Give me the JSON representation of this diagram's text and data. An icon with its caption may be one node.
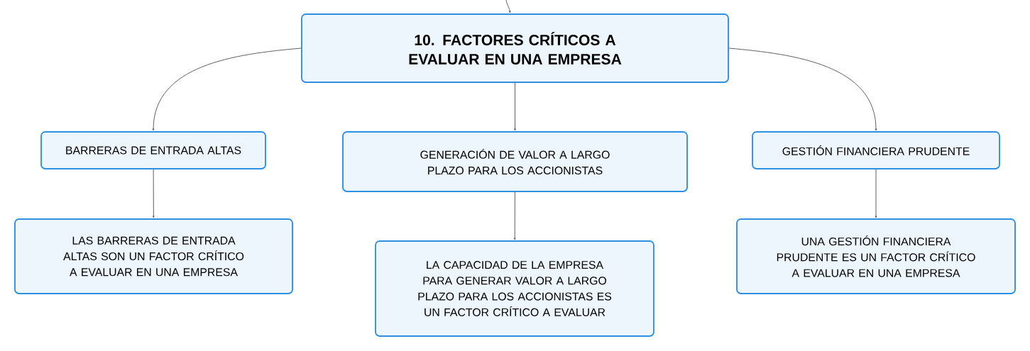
{
  "diagram": {
    "nodes": [
      {
        "text": [
          "10. FACTORES CRÍTICOS A EVALUAR EN UNA EMPRESA"
        ]
      },
      {
        "text": [
          "BARRERAS DE ENTRADA ALTAS"
        ]
      },
      {
        "text": [
          "GENERACIÓN DE VALOR A LARGO PLAZO PARA LOS ACCIONISTAS"
        ]
      },
      {
        "text": [
          "GESTIÓN FINANCIERA PRUDENTE"
        ]
      },
      {
        "text": [
          "LAS BARRERAS DE ENTRADA ALTAS SON UN FACTOR CRÍTICO A EVALUAR EN UNA EMPRESA"
        ]
      },
      {
        "text": [
          "LA CAPACIDAD DE LA EMPRESA PARA GENERAR VALOR A LARGO PLAZO PARA LOS ACCIONISTAS ES UN FACTOR CRÍTICO A EVALUAR"
        ]
      },
      {
        "text": [
          "UNA GESTIÓN FINANCIERA PRUDENTE ES UN FACTOR CRÍTICO A EVALUAR EN UNA EMPRESA"
        ]
      }
    ],
    "edges": [
      {
        "from": null,
        "to": 0,
        "arrow": "to"
      },
      {
        "from": 0,
        "to": 1,
        "arrow": "to"
      },
      {
        "from": 0,
        "to": 2,
        "arrow": "to"
      },
      {
        "from": 0,
        "to": 3,
        "arrow": "to"
      },
      {
        "from": 1,
        "to": 4,
        "arrow": "to"
      },
      {
        "from": 2,
        "to": 5,
        "arrow": "to"
      },
      {
        "from": 3,
        "to": 6,
        "arrow": "to"
      }
    ]
  }
}
